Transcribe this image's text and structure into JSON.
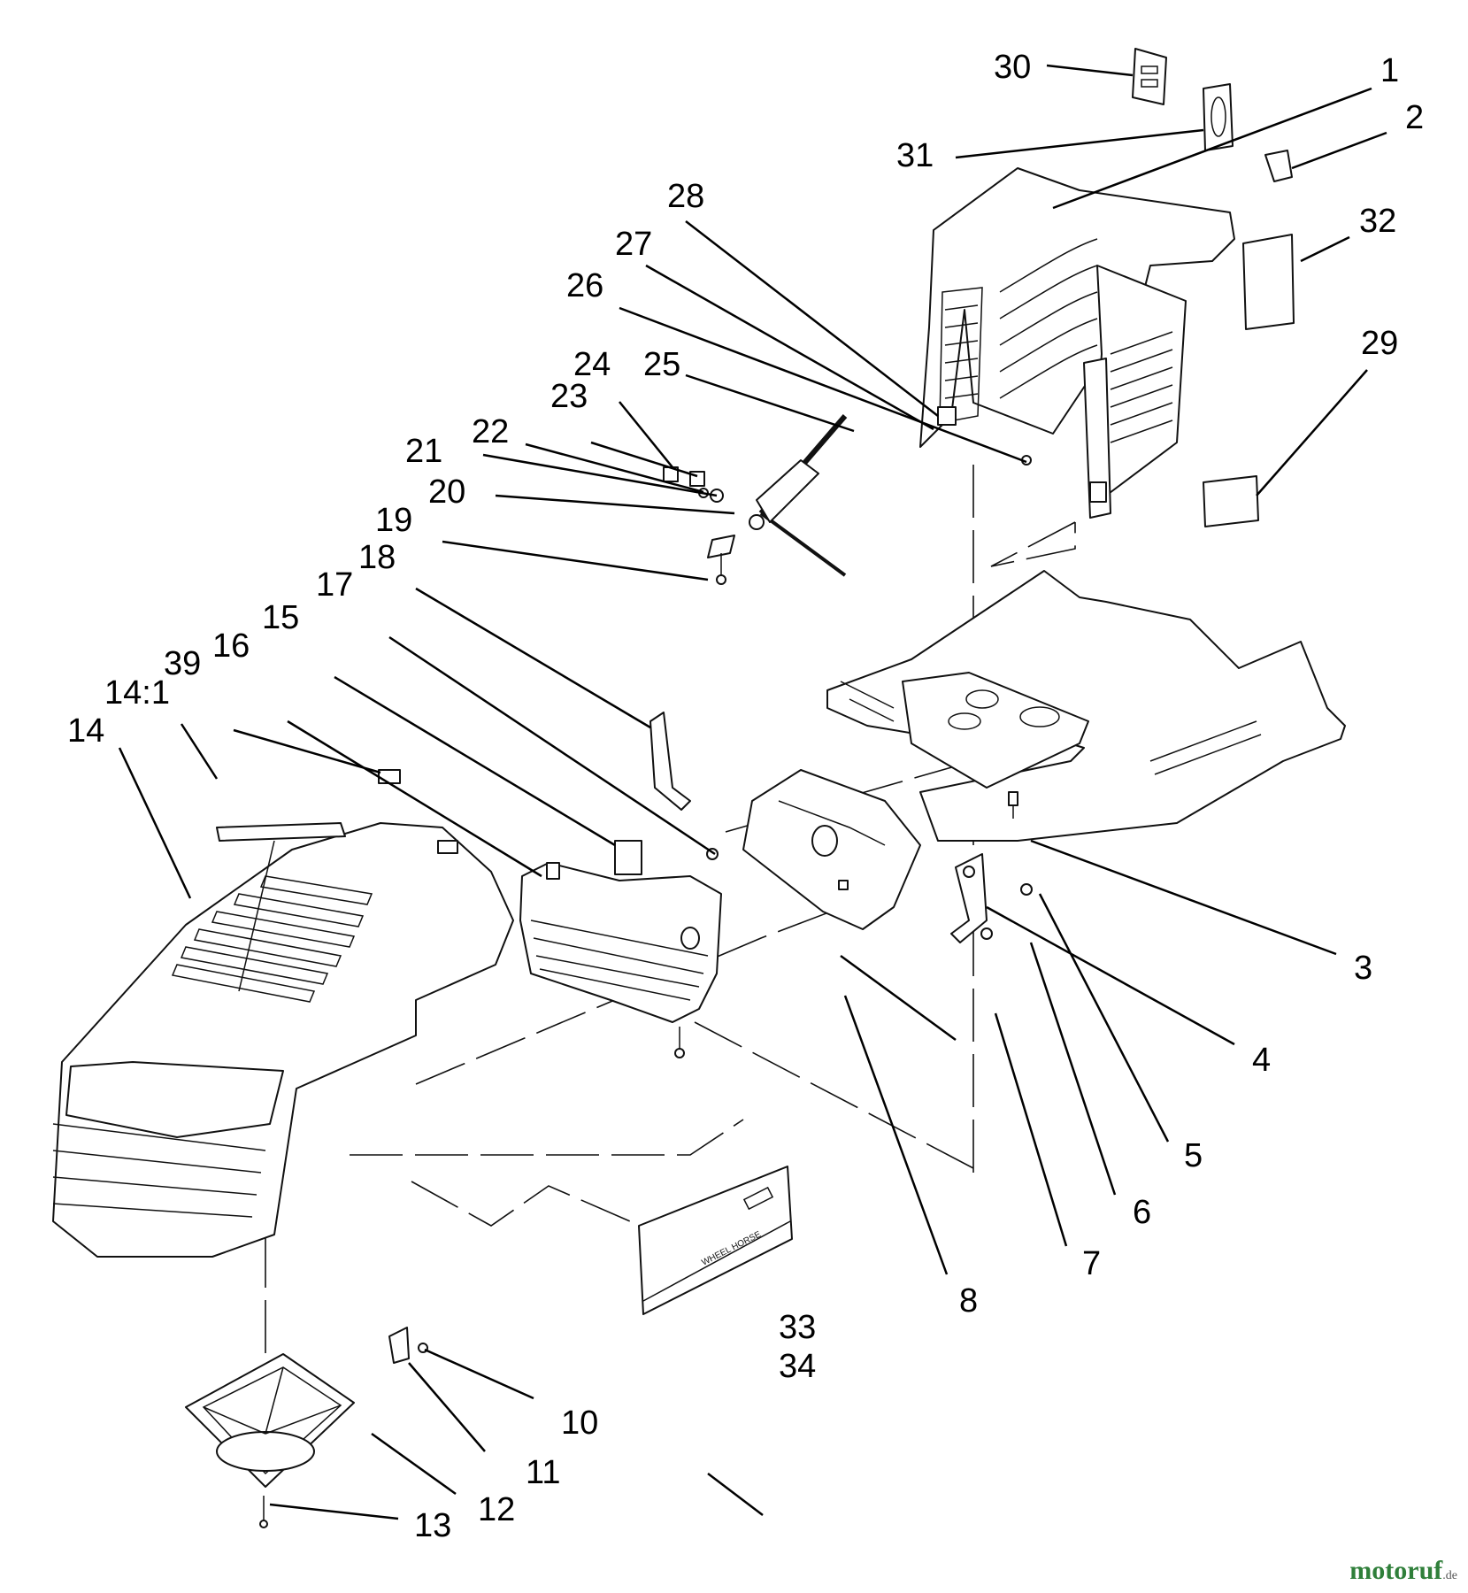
{
  "callouts": {
    "c1": "1",
    "c2": "2",
    "c3": "3",
    "c4": "4",
    "c5": "5",
    "c6": "6",
    "c7": "7",
    "c8": "8",
    "c10": "10",
    "c11": "11",
    "c12": "12",
    "c13": "13",
    "c14": "14",
    "c14_1": "14:1",
    "c15": "15",
    "c16": "16",
    "c17": "17",
    "c18": "18",
    "c19": "19",
    "c20": "20",
    "c21": "21",
    "c22": "22",
    "c23": "23",
    "c24": "24",
    "c25": "25",
    "c26": "26",
    "c27": "27",
    "c28": "28",
    "c29": "29",
    "c30": "30",
    "c31": "31",
    "c32": "32",
    "c33": "33",
    "c34": "34",
    "c39": "39"
  },
  "decal_text": "WHEEL HORSE",
  "watermark": {
    "name": "motoruf",
    "suffix": ".de"
  }
}
